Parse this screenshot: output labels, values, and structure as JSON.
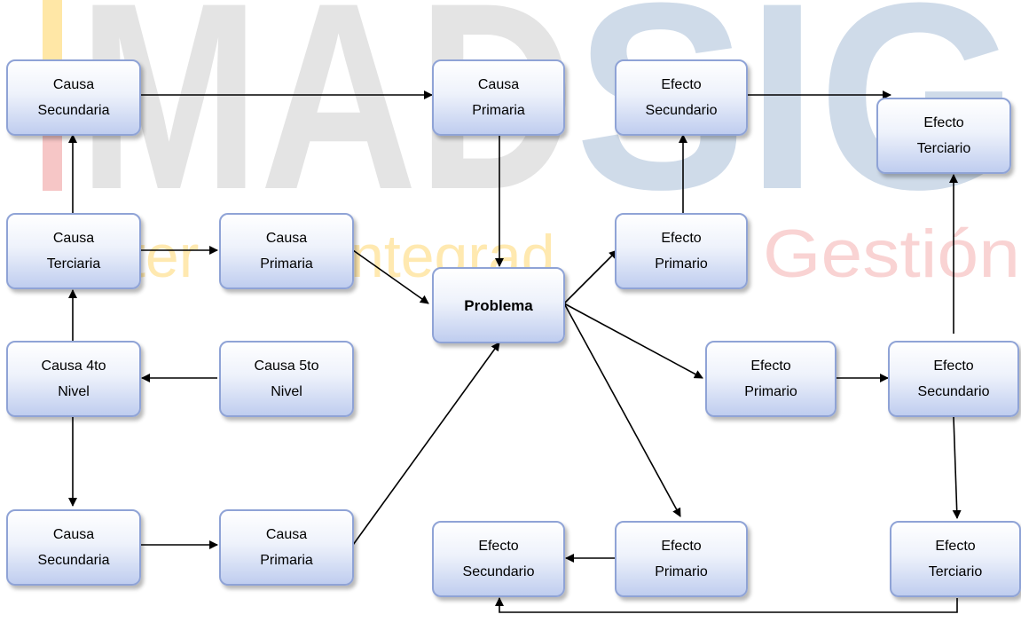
{
  "watermark": {
    "brand_left": "MAD",
    "brand_right": "SIG",
    "tagline_left": "ter",
    "tagline_mid": "ntegrad",
    "tagline_right": "Gestión",
    "colors": {
      "mad": "#e4e4e4",
      "sig": "#cfdbe9",
      "accent": "#ffe9b0",
      "gestion": "#f9d3d3",
      "pink_bar": "#f6c6c6",
      "yellow_bar": "#ffe7a6"
    }
  },
  "nodes": {
    "causa_sec_top": "Causa\nSecundaria",
    "causa_prim_top": "Causa\nPrimaria",
    "efecto_sec_top": "Efecto\nSecundario",
    "efecto_ter_top": "Efecto\nTerciario",
    "causa_terciaria": "Causa\nTerciaria",
    "causa_prim_mid": "Causa\nPrimaria",
    "efecto_prim_mid": "Efecto\nPrimario",
    "problema": "Problema",
    "causa_4to": "Causa 4to\nNivel",
    "causa_5to": "Causa 5to\nNivel",
    "efecto_prim_right": "Efecto\nPrimario",
    "efecto_sec_right": "Efecto\nSecundario",
    "causa_sec_bottom": "Causa\nSecundaria",
    "causa_prim_bottom": "Causa\nPrimaria",
    "efecto_sec_bottom": "Efecto\nSecundario",
    "efecto_prim_bottom": "Efecto\nPrimario",
    "efecto_ter_bottom": "Efecto\nTerciario"
  },
  "colors": {
    "node_border": "#8fa3d6",
    "node_fill_top": "#ffffff",
    "node_fill_bottom": "#bfcdef",
    "arrow": "#000000"
  }
}
